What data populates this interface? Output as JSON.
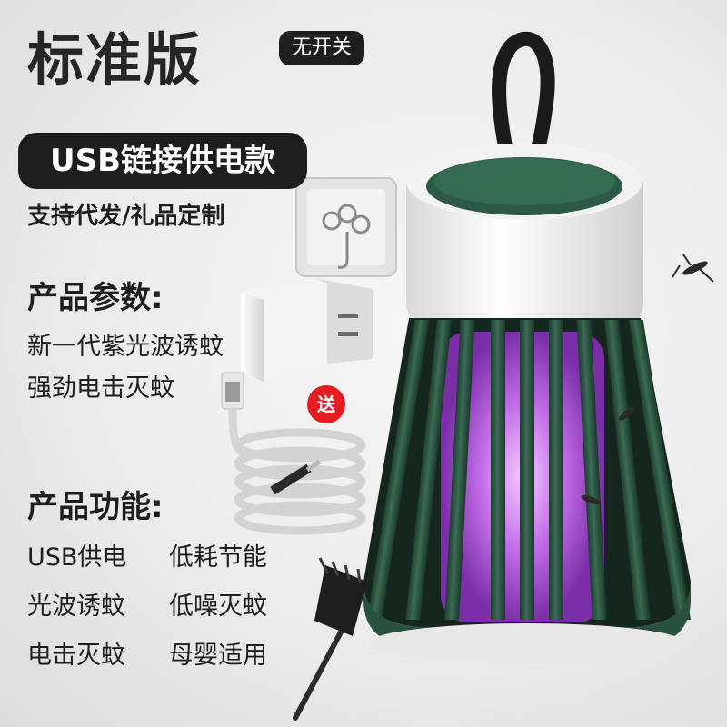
{
  "title": "标准版",
  "badge": "无开关",
  "usb_tag": "USB链接供电款",
  "support": "支持代发/礼品定制",
  "params": {
    "heading": "产品参数:",
    "lines": [
      "新一代紫光波诱蚊",
      "强劲电击灭蚊"
    ]
  },
  "functions": {
    "heading": "产品功能:",
    "items": [
      "USB供电",
      "低耗节能",
      "光波诱蚊",
      "低噪灭蚊",
      "电击灭蚊",
      "母婴适用"
    ]
  },
  "gift_label": "送",
  "colors": {
    "device_green": "#2d5a46",
    "light_purple": "#b65ce0",
    "text": "#1e1e1e",
    "gift_red": "#e51c22"
  }
}
